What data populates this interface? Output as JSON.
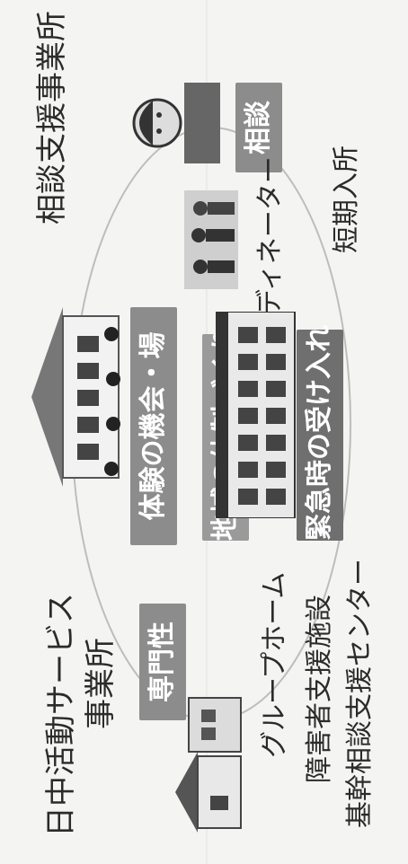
{
  "nodes": {
    "top_left": "日中活動サービス",
    "top_left_2": "事業所",
    "top_right": "相談支援事業所",
    "bottom_1": "グループホーム",
    "bottom_2": "障害者支援施設",
    "bottom_3": "基幹相談支援センター",
    "right_mid": "短期入所"
  },
  "labels": {
    "specialty": "専門性",
    "experience": "体験の機会・場",
    "community": "地域の体制づくり",
    "coordinator": "コーディネーター",
    "emergency": "緊急時の受け入れ",
    "consult": "相談"
  }
}
